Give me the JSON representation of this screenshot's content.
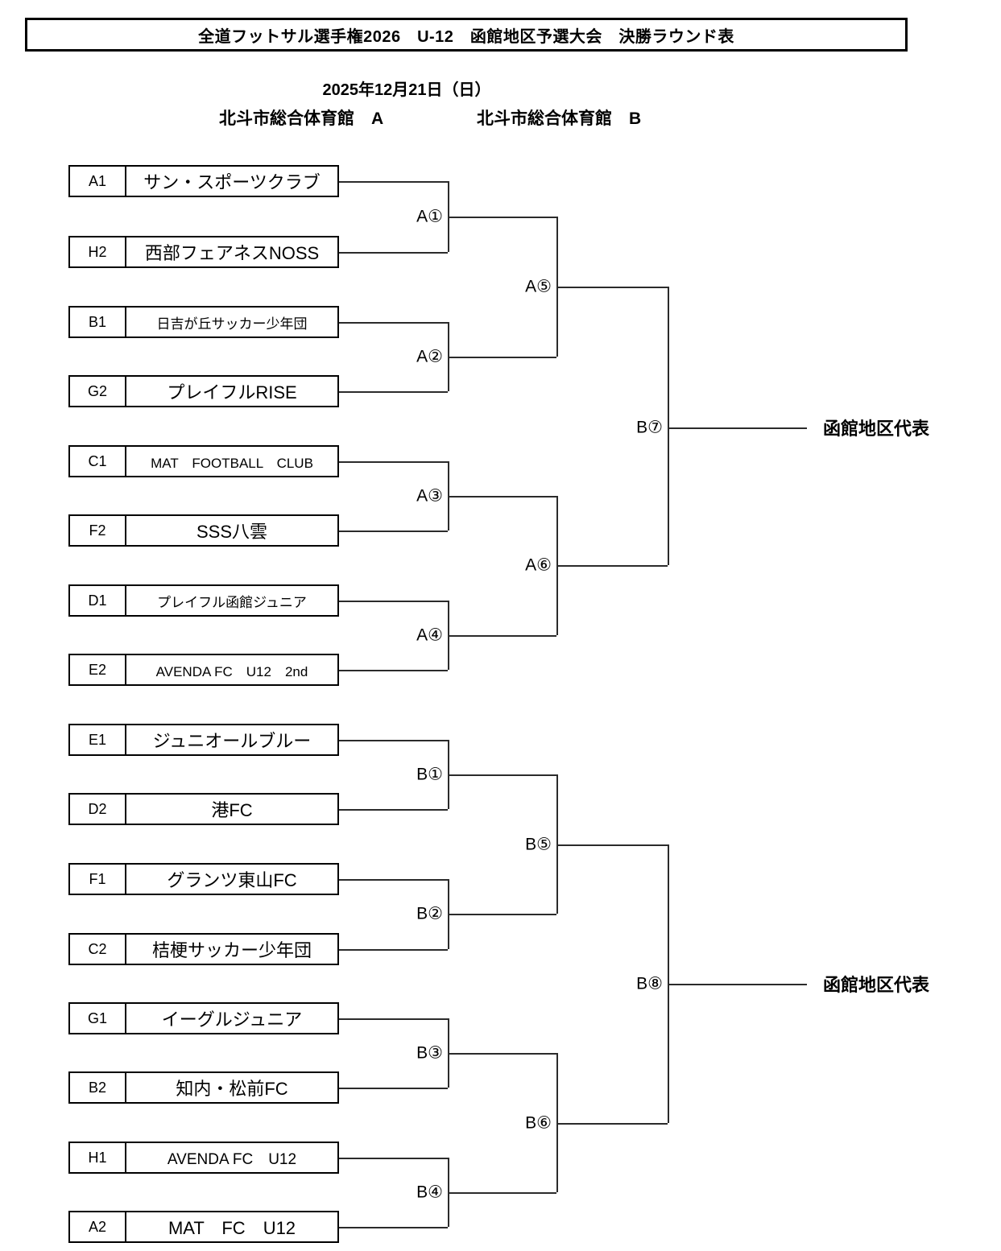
{
  "title": "全道フットサル選手権2026　U-12　函館地区予選大会　決勝ラウンド表",
  "date": "2025年12月21日（日）",
  "venues": {
    "a": "北斗市総合体育館　A",
    "b": "北斗市総合体育館　B"
  },
  "blocks": {
    "a": {
      "teams": [
        {
          "seed": "A1",
          "name": "サン・スポーツクラブ"
        },
        {
          "seed": "H2",
          "name": "西部フェアネスNOSS"
        },
        {
          "seed": "B1",
          "name": "日吉が丘サッカー少年団"
        },
        {
          "seed": "G2",
          "name": "プレイフルRISE"
        },
        {
          "seed": "C1",
          "name": "MAT　FOOTBALL　CLUB"
        },
        {
          "seed": "F2",
          "name": "SSS八雲"
        },
        {
          "seed": "D1",
          "name": "プレイフル函館ジュニア"
        },
        {
          "seed": "E2",
          "name": "AVENDA FC　U12　2nd"
        }
      ],
      "matches": {
        "r1": [
          "A①",
          "A②",
          "A③",
          "A④"
        ],
        "r2": [
          "A⑤",
          "A⑥"
        ],
        "final": "B⑦"
      },
      "winner_label": "函館地区代表"
    },
    "b": {
      "teams": [
        {
          "seed": "E1",
          "name": "ジュニオールブルー"
        },
        {
          "seed": "D2",
          "name": "港FC"
        },
        {
          "seed": "F1",
          "name": "グランツ東山FC"
        },
        {
          "seed": "C2",
          "name": "桔梗サッカー少年団"
        },
        {
          "seed": "G1",
          "name": "イーグルジュニア"
        },
        {
          "seed": "B2",
          "name": "知内・松前FC"
        },
        {
          "seed": "H1",
          "name": "AVENDA FC　U12"
        },
        {
          "seed": "A2",
          "name": "MAT　FC　U12"
        }
      ],
      "matches": {
        "r1": [
          "B①",
          "B②",
          "B③",
          "B④"
        ],
        "r2": [
          "B⑤",
          "B⑥"
        ],
        "final": "B⑧"
      },
      "winner_label": "函館地区代表"
    }
  },
  "colors": {
    "line": "#2b2b2b",
    "border": "#000000",
    "background": "#ffffff"
  }
}
